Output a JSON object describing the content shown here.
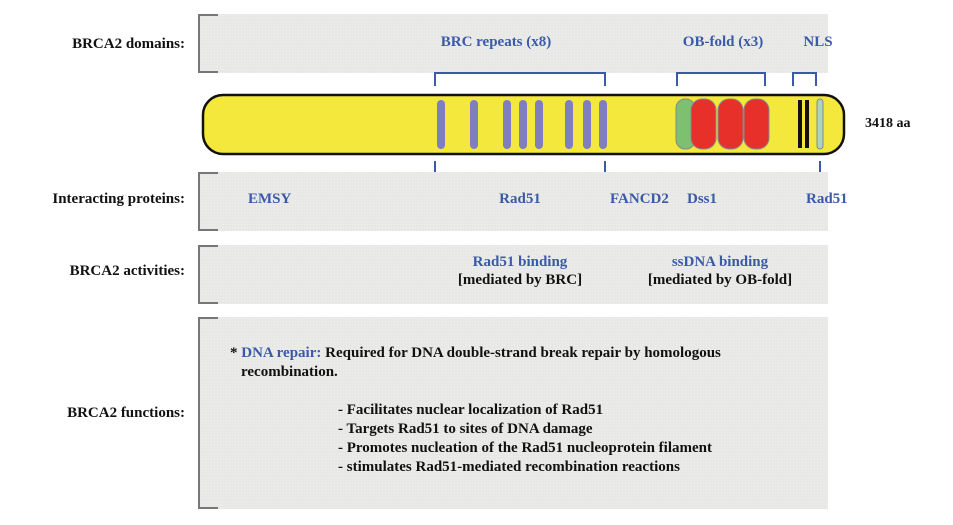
{
  "rows": {
    "domains_label": "BRCA2 domains:",
    "interacting_label": "Interacting proteins:",
    "activities_label": "BRCA2 activities:",
    "functions_label": "BRCA2 functions:"
  },
  "domains": {
    "brc": "BRC repeats (x8)",
    "obfold": "OB-fold (x3)",
    "nls": "NLS"
  },
  "protein": {
    "length_label": "3418 aa",
    "length_aa": 3418,
    "brc_repeat_count": 8,
    "ob_fold_count": 3,
    "colors": {
      "body": "#f5e83c",
      "brc": "#7e7ec0",
      "ob_green": "#7cc070",
      "ob_red": "#e8302a",
      "nls_bar": "#111111",
      "nls_light": "#a8d4c0",
      "bracket": "#3a5aa8"
    }
  },
  "interacting": {
    "emsy": "EMSY",
    "rad51_brc": "Rad51",
    "fancd2": "FANCD2",
    "dss1": "Dss1",
    "rad51_cterm": "Rad51"
  },
  "activities": {
    "rad51_binding": "Rad51 binding",
    "rad51_mediated": "[mediated by BRC]",
    "ssdna_binding": "ssDNA binding",
    "ssdna_mediated": "[mediated by OB-fold]"
  },
  "functions": {
    "bullet": "*",
    "heading": "DNA repair:",
    "line1": "Required for DNA double-strand break repair by homologous",
    "line2": "recombination.",
    "items": [
      "- Facilitates nuclear localization of Rad51",
      "- Targets Rad51 to sites of DNA damage",
      "- Promotes nucleation of the Rad51 nucleoprotein filament",
      "- stimulates Rad51-mediated recombination reactions"
    ]
  }
}
